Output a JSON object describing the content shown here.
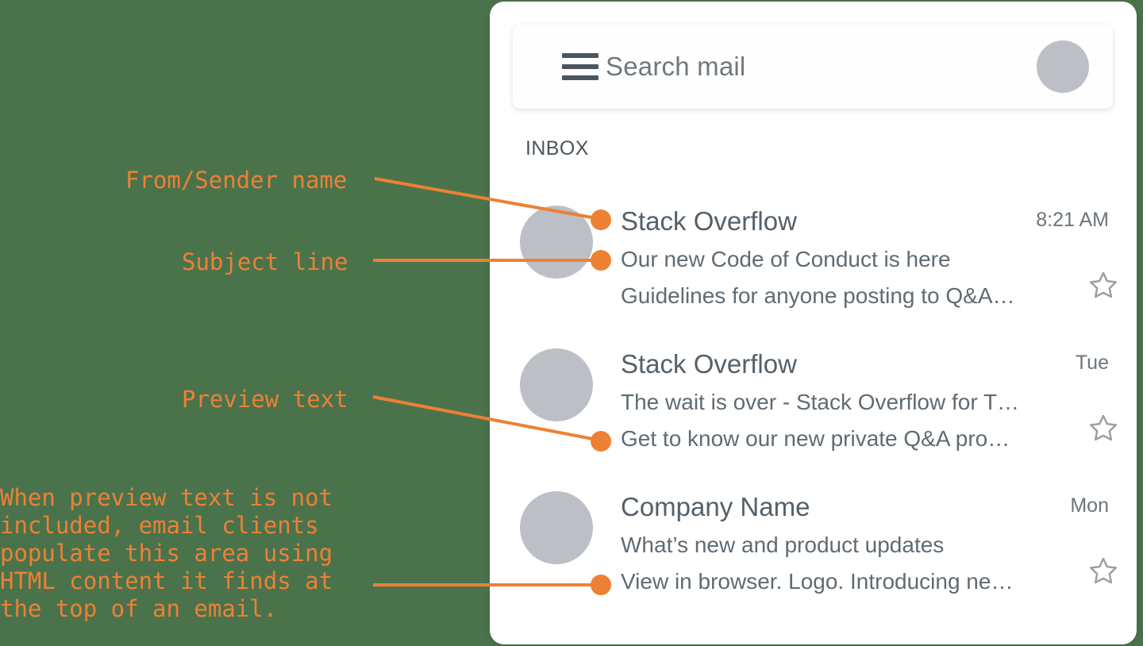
{
  "background": {
    "color": "#4a734c"
  },
  "accent": {
    "orange": "#ee8034",
    "avatar_gray": "#bcc0c6",
    "text_slate": "#55606a"
  },
  "mail_panel": {
    "search": {
      "placeholder": "Search mail",
      "menu_icon": "hamburger-icon",
      "account_avatar": "avatar-placeholder"
    },
    "folder_label": "INBOX",
    "emails": [
      {
        "sender": "Stack Overflow",
        "subject": "Our new Code of Conduct is here",
        "preview": "Guidelines for anyone posting to Q&A…",
        "time": "8:21 AM",
        "star": "star-outline-icon"
      },
      {
        "sender": "Stack Overflow",
        "subject": "The wait is over - Stack Overflow for T…",
        "preview": "Get to know our new private Q&A pro…",
        "time": "Tue",
        "star": "star-outline-icon"
      },
      {
        "sender": "Company Name",
        "subject": "What’s new and product updates",
        "preview": "View in browser. Logo. Introducing ne…",
        "time": "Mon",
        "star": "star-outline-icon"
      }
    ]
  },
  "annotations": {
    "from_sender": "From/Sender name",
    "subject_line": "Subject line",
    "preview_text": "Preview text",
    "note": "When preview text is not\nincluded, email clients\npopulate this area using\nHTML content it finds at\nthe top of an email."
  }
}
